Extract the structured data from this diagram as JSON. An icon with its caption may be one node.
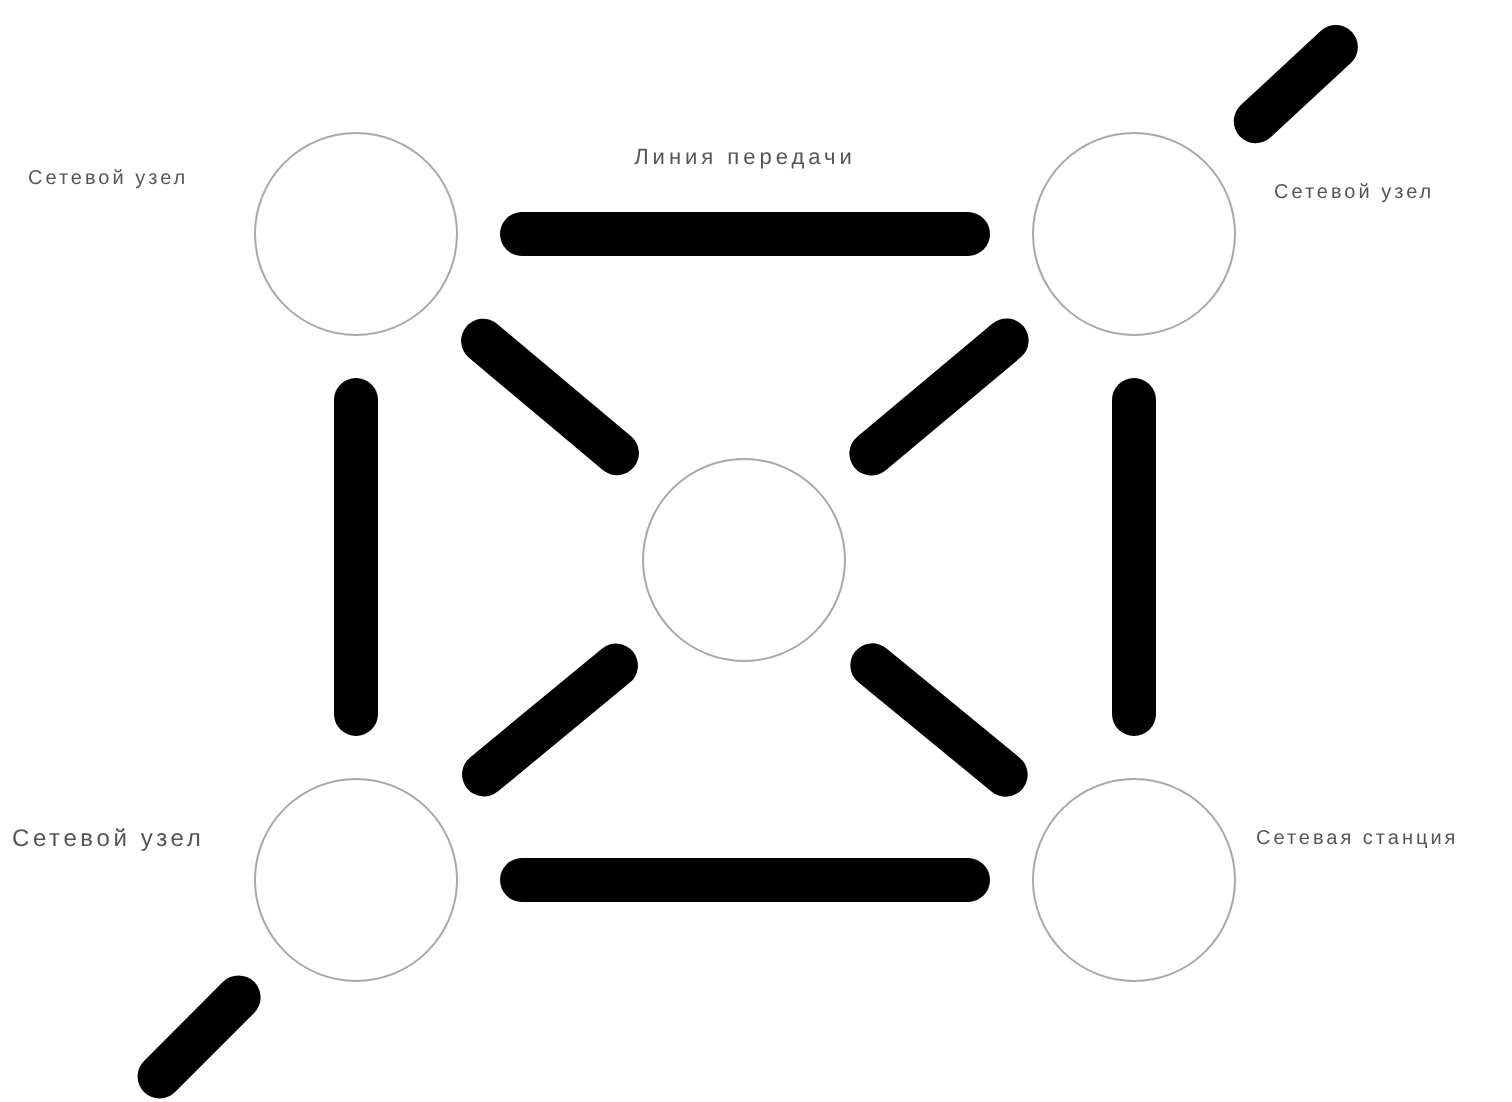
{
  "diagram": {
    "nodes": [
      {
        "text": [],
        "shape": "circle",
        "beside": [
          "Сетевой узел"
        ]
      },
      {
        "text": [],
        "shape": "circle",
        "beside": [
          "Сетевой узел"
        ]
      },
      {
        "text": [],
        "shape": "circle"
      },
      {
        "text": [],
        "shape": "circle",
        "beside": [
          "Сетевой узел"
        ]
      },
      {
        "text": [],
        "shape": "circle",
        "beside": [
          "Сетевая станция"
        ]
      }
    ],
    "edges": [
      {
        "from": 0,
        "to": 1,
        "arrow": "none",
        "label": "Линия передачи"
      },
      {
        "from": 0,
        "to": 3,
        "arrow": "none"
      },
      {
        "from": 1,
        "to": 4,
        "arrow": "none"
      },
      {
        "from": 0,
        "to": 2,
        "arrow": "none"
      },
      {
        "from": 1,
        "to": 2,
        "arrow": "none"
      },
      {
        "from": 3,
        "to": 2,
        "arrow": "none"
      },
      {
        "from": 4,
        "to": 2,
        "arrow": "none"
      },
      {
        "from": 3,
        "to": 4,
        "arrow": "none"
      },
      {
        "from": null,
        "to": 1,
        "arrow": "none"
      },
      {
        "from": 3,
        "to": null,
        "arrow": "none"
      }
    ]
  }
}
